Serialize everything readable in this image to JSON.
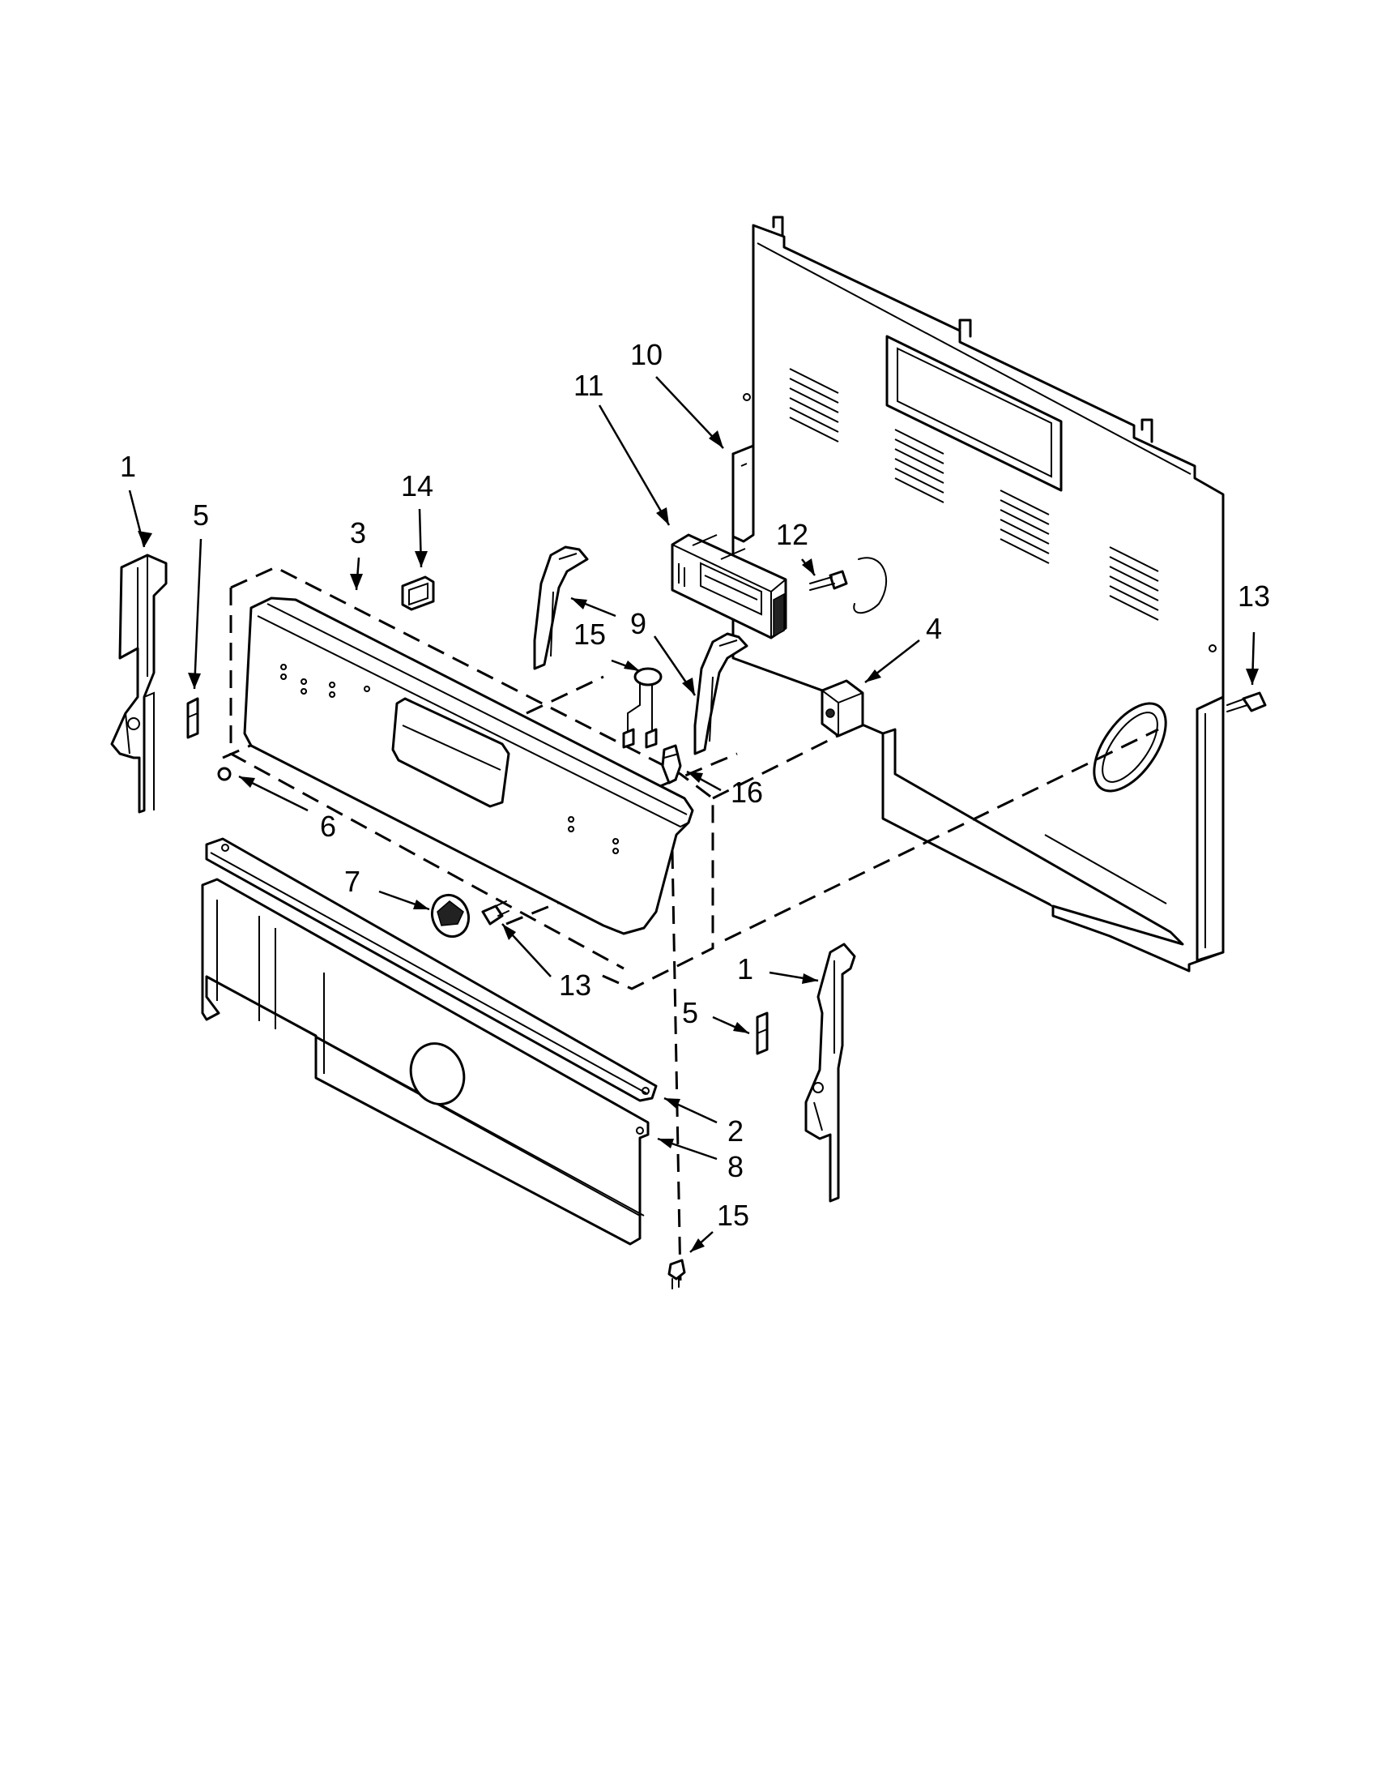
{
  "diagram": {
    "callouts": [
      {
        "label": "1"
      },
      {
        "label": "5"
      },
      {
        "label": "3"
      },
      {
        "label": "14"
      },
      {
        "label": "10"
      },
      {
        "label": "11"
      },
      {
        "label": "12"
      },
      {
        "label": "9"
      },
      {
        "label": "15"
      },
      {
        "label": "4"
      },
      {
        "label": "13"
      },
      {
        "label": "16"
      },
      {
        "label": "6"
      },
      {
        "label": "7"
      },
      {
        "label": "13"
      },
      {
        "label": "1"
      },
      {
        "label": "5"
      },
      {
        "label": "2"
      },
      {
        "label": "8"
      },
      {
        "label": "15"
      }
    ]
  }
}
